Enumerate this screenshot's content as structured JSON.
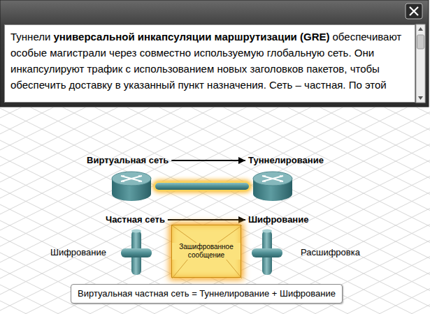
{
  "diagram": {
    "nodes": [
      {
        "text": [
          "Туннели",
          "универсальной инкапсуляции маршрутизации (GRE)",
          "обеспечивают особые магистрали через совместно используемую глобальную сеть. Они инкапсулируют трафик с использованием новых заголовков пакетов, чтобы обеспечить доставку в указанный пункт назначения. Сеть – частная. По этой"
        ]
      },
      {
        "text": [
          "Виртуальная сеть"
        ]
      },
      {
        "text": [
          "Туннелирование"
        ]
      },
      {
        "text": [
          "Частная сеть"
        ]
      },
      {
        "text": [
          "Шифрование"
        ]
      },
      {
        "text": [
          "Зашифрованное сообщение"
        ]
      },
      {
        "text": [
          "Виртуальная частная сеть = Туннелирование + Шифрование"
        ]
      }
    ],
    "edges": [
      {
        "from": 1,
        "to": 2,
        "arrow": "to"
      },
      {
        "from": 3,
        "to": 4,
        "arrow": "to"
      }
    ],
    "labels": [
      "Шифрование",
      "Расшифровка"
    ]
  }
}
